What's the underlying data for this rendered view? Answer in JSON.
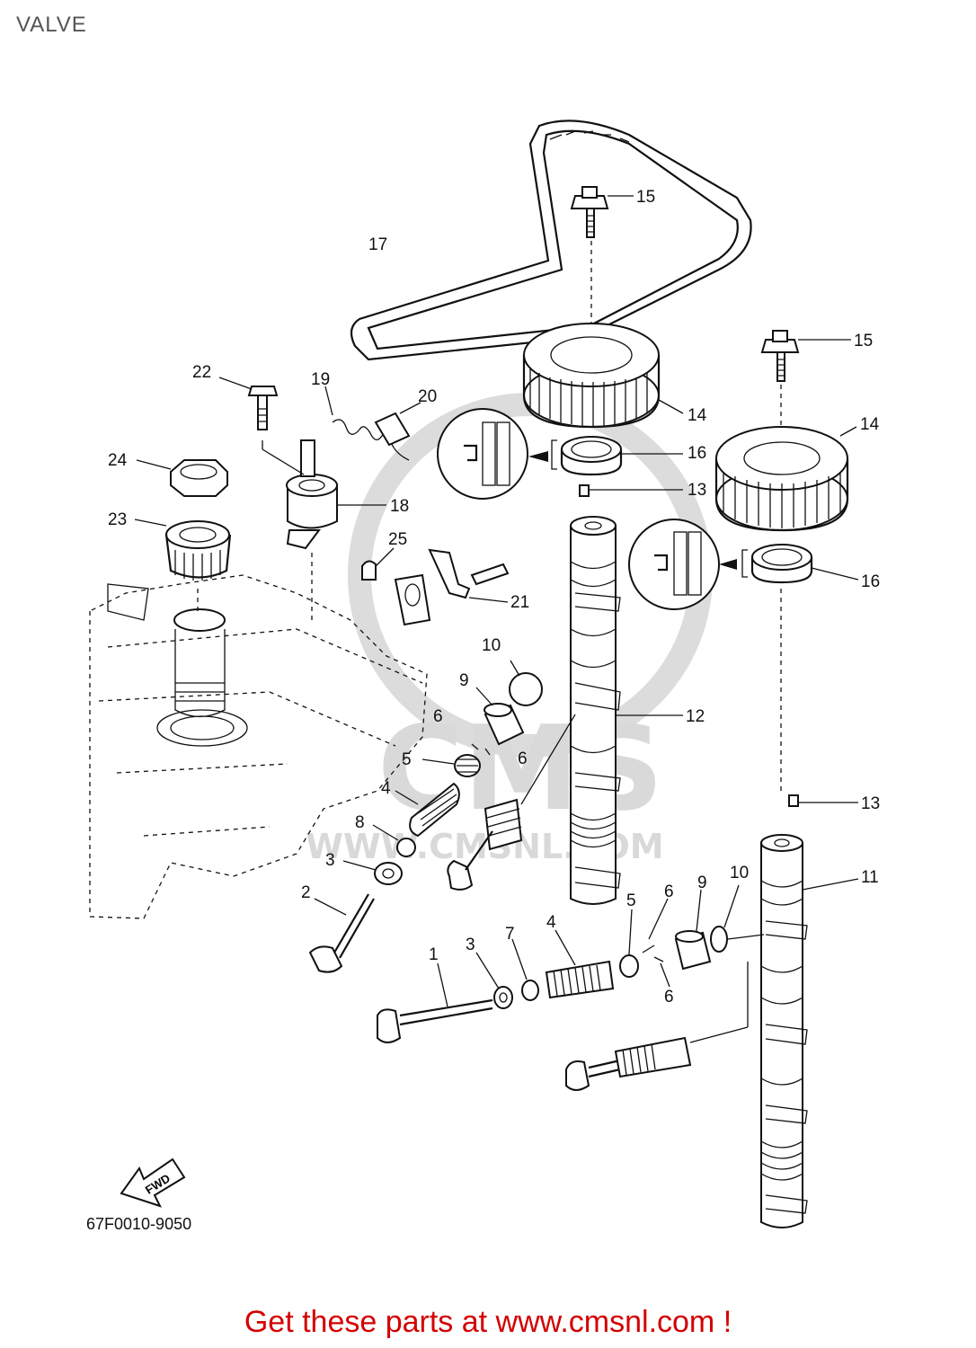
{
  "page": {
    "title": "VALVE"
  },
  "diagram": {
    "part_code": "67F0010-9050",
    "fwd_label": "FWD",
    "watermark": {
      "brand": "CMS",
      "url": "WWW.CMSNL.COM"
    },
    "callouts": {
      "c1": "1",
      "c2": "2",
      "c3a": "3",
      "c3b": "3",
      "c4a": "4",
      "c4b": "4",
      "c5a": "5",
      "c5b": "5",
      "c6a": "6",
      "c6b": "6",
      "c6c": "6",
      "c6d": "6",
      "c7": "7",
      "c8": "8",
      "c9a": "9",
      "c9b": "9",
      "c10a": "10",
      "c10b": "10",
      "c11": "11",
      "c12": "12",
      "c13a": "13",
      "c13b": "13",
      "c14a": "14",
      "c14b": "14",
      "c15a": "15",
      "c15b": "15",
      "c16a": "16",
      "c16b": "16",
      "c17": "17",
      "c18": "18",
      "c19": "19",
      "c20": "20",
      "c21": "21",
      "c22": "22",
      "c23": "23",
      "c24": "24",
      "c25": "25"
    }
  },
  "footer": {
    "text": "Get these parts at www.cmsnl.com !"
  },
  "colors": {
    "footer": "#d40000",
    "lines": "#111111",
    "watermark": "#d9d9d9"
  }
}
